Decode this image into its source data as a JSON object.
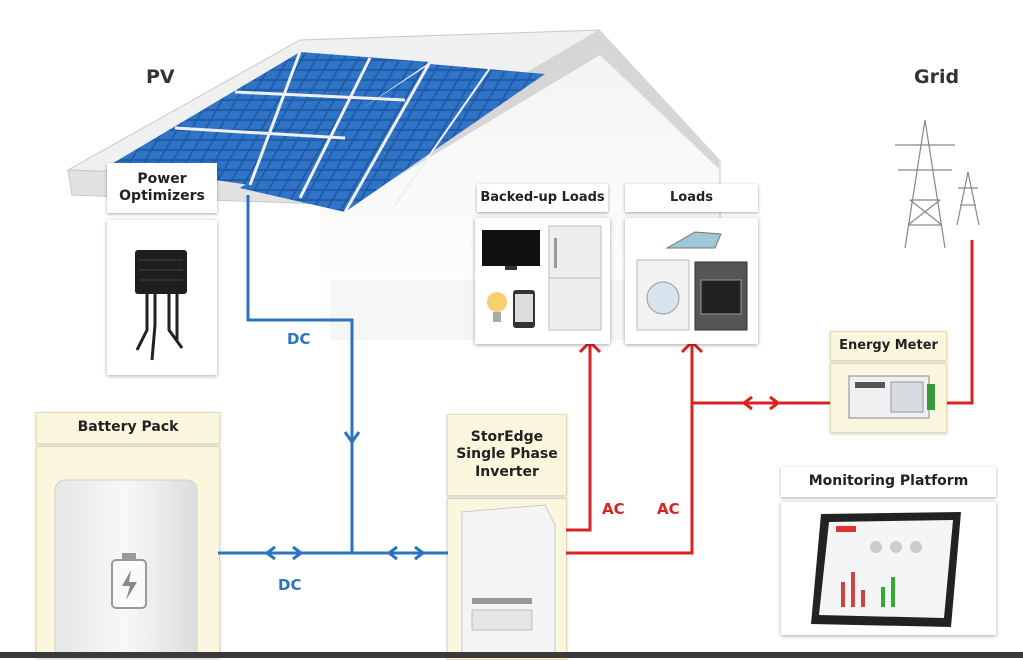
{
  "labels": {
    "pv": "PV",
    "grid": "Grid",
    "power_optimizers": "Power\nOptimizers",
    "backed_up_loads": "Backed-up Loads",
    "loads": "Loads",
    "energy_meter": "Energy Meter",
    "battery_pack": "Battery Pack",
    "inverter": "StorEdge\nSingle Phase\nInverter",
    "monitoring_platform": "Monitoring Platform"
  },
  "flows": {
    "dc_upper": "DC",
    "dc_lower": "DC",
    "ac_left": "AC",
    "ac_right": "AC"
  },
  "colors": {
    "dc_line": "#2b74bd",
    "ac_line": "#d92323",
    "solar_cell": "#1f5aa8",
    "card_beige": "#fbf7de"
  },
  "icons": [
    "solar-panel-icon",
    "optimizer-icon",
    "tv-icon",
    "fridge-icon",
    "bulb-icon",
    "phone-icon",
    "iron-icon",
    "washer-icon",
    "oven-icon",
    "pylon-icon",
    "meter-icon",
    "battery-icon",
    "inverter-icon",
    "tablet-icon"
  ]
}
